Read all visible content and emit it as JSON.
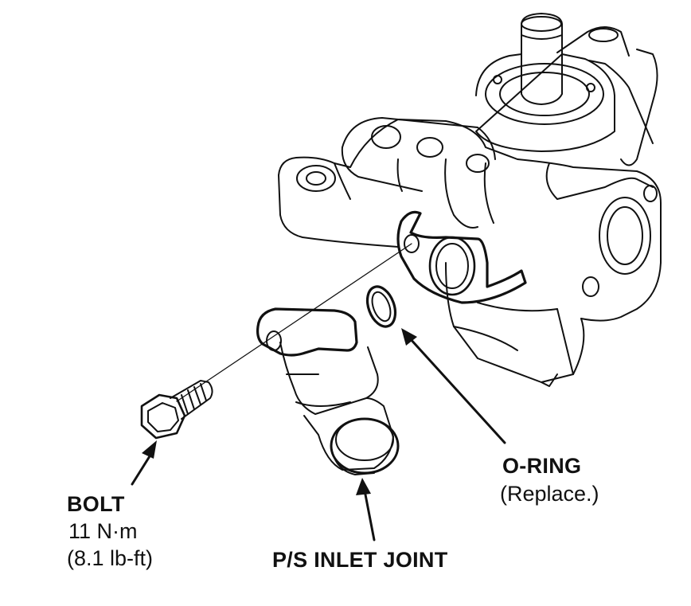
{
  "callouts": {
    "bolt": {
      "title": "BOLT",
      "torque_metric": "11 N·m",
      "torque_imperial": "(8.1 lb-ft)"
    },
    "inlet_joint": {
      "title": "P/S INLET JOINT"
    },
    "o_ring": {
      "title": "O-RING",
      "note": "(Replace.)"
    }
  },
  "colors": {
    "line": "#111111",
    "background": "#ffffff"
  }
}
